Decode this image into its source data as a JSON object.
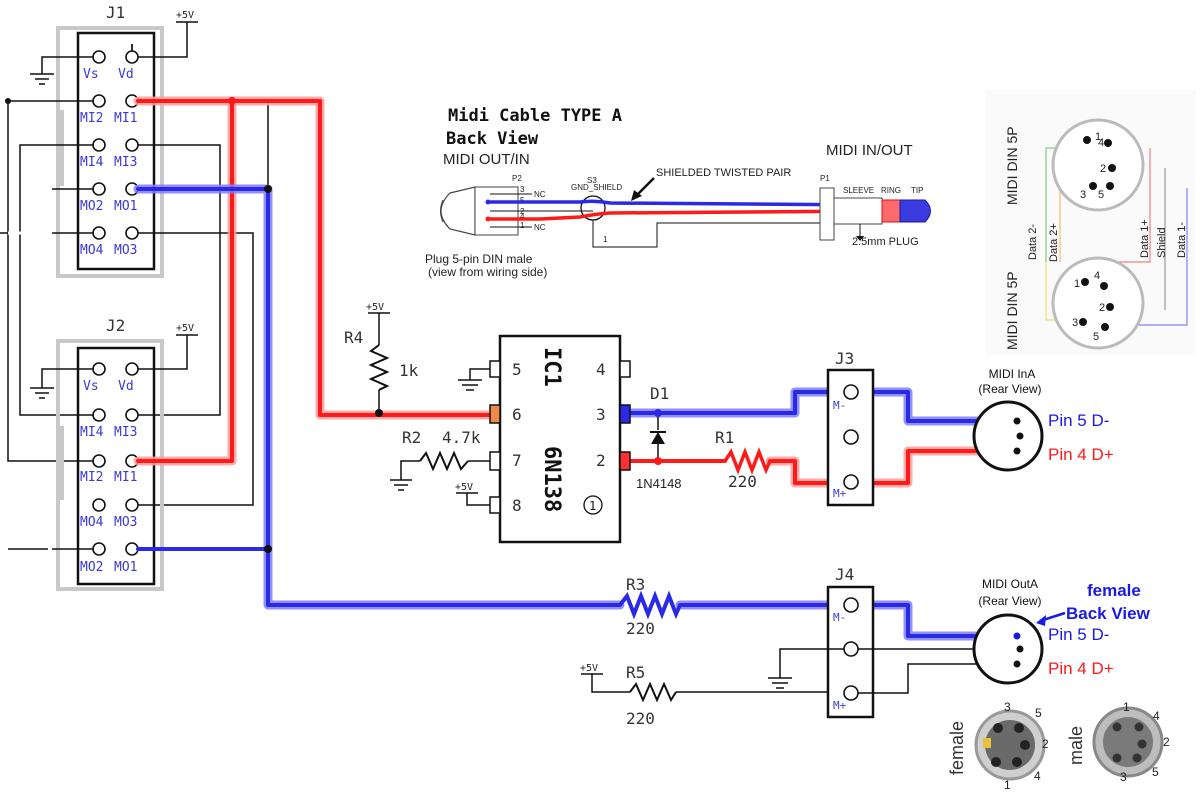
{
  "connectors": {
    "j1": {
      "ref": "J1",
      "power": "+5V",
      "pins": [
        "Vs",
        "Vd",
        "MI2",
        "MI1",
        "MI4",
        "MI3",
        "MO2",
        "MO1",
        "MO4",
        "MO3"
      ]
    },
    "j2": {
      "ref": "J2",
      "power": "+5V",
      "pins": [
        "Vs",
        "Vd",
        "MI4",
        "MI3",
        "MI2",
        "MI1",
        "MO4",
        "MO3",
        "MO2",
        "MO1"
      ]
    },
    "j3": {
      "ref": "J3",
      "top": "M-",
      "bottom": "M+"
    },
    "j4": {
      "ref": "J4",
      "top": "M-",
      "bottom": "M+"
    }
  },
  "ic": {
    "ref": "IC1",
    "part": "6N138",
    "pin1_mark": "1",
    "pins": [
      "5",
      "6",
      "7",
      "8",
      "4",
      "3",
      "2"
    ]
  },
  "resistors": {
    "r1": {
      "ref": "R1",
      "value": "220"
    },
    "r2": {
      "ref": "R2",
      "value": "4.7k"
    },
    "r3": {
      "ref": "R3",
      "value": "220"
    },
    "r4": {
      "ref": "R4",
      "value": "1k"
    },
    "r5": {
      "ref": "R5",
      "value": "220"
    }
  },
  "diode": {
    "ref": "D1",
    "part": "1N4148"
  },
  "supplies": {
    "r4": "+5V",
    "ic8": "+5V",
    "r5": "+5V"
  },
  "midi_in": {
    "title": "MIDI InA",
    "sub": "(Rear View)",
    "pin5": "Pin 5 D-",
    "pin4": "Pin 4 D+"
  },
  "midi_out": {
    "title": "MIDI OutA",
    "sub": "(Rear View)",
    "pin5": "Pin 5 D-",
    "pin4": "Pin 4 D+",
    "note1": "female",
    "note2": "Back View"
  },
  "cable": {
    "title1": "Midi Cable TYPE A",
    "title2": "Back View",
    "left": "MIDI OUT/IN",
    "right": "MIDI IN/OUT",
    "shield_label": "SHIELDED TWISTED PAIR",
    "p2": "P2",
    "s3": "S3",
    "gnd": "GND_SHIELD",
    "p1": "P1",
    "sleeve": "SLEEVE",
    "ring": "RING",
    "tip": "TIP",
    "plug": "2.5mm PLUG",
    "plug_note1": "Plug 5-pin DIN male",
    "plug_note2": "(view from wiring side)",
    "pin3": "3",
    "pin5": "5",
    "pin2": "2",
    "pin4": "4",
    "pin1": "1",
    "nc1": "NC",
    "nc2": "NC",
    "wire1": "1"
  },
  "din_diagram": {
    "top_label": "MIDI DIN 5P",
    "bottom_label": "MIDI DIN 5P",
    "data2m": "Data 2-",
    "data2p": "Data 2+",
    "data1p": "Data 1+",
    "shield": "Shield",
    "data1m": "Data 1-",
    "top_pins": [
      "1",
      "4",
      "2",
      "3",
      "5"
    ],
    "bottom_pins": [
      "1",
      "4",
      "2",
      "3",
      "5"
    ]
  },
  "photos": {
    "female": {
      "label": "female",
      "pins": [
        "3",
        "5",
        "2",
        "1",
        "4"
      ]
    },
    "male": {
      "label": "male",
      "pins": [
        "1",
        "4",
        "2",
        "3",
        "5"
      ]
    }
  }
}
